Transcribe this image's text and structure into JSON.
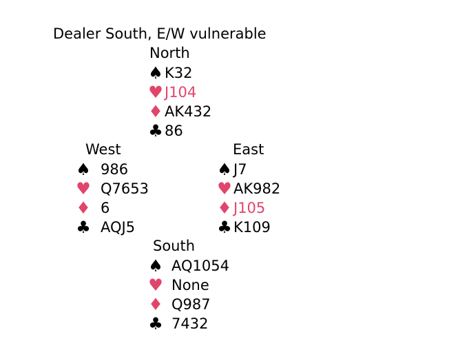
{
  "title": "Dealer South, E/W vulnerable",
  "suit_symbols": {
    "spades": "♠",
    "hearts": "♥",
    "diamonds": "♦",
    "clubs": "♣"
  },
  "colors": {
    "red_suit": "#e0456b",
    "black_suit": "#000000",
    "highlight_text": "#e0456b"
  },
  "hands": {
    "north": {
      "seat": "North",
      "spades": "K32",
      "hearts": "J104",
      "diamonds": "AK432",
      "clubs": "86"
    },
    "west": {
      "seat": "West",
      "spades": "986",
      "hearts": "Q7653",
      "diamonds": "6",
      "clubs": "AQJ5"
    },
    "east": {
      "seat": "East",
      "spades": "J7",
      "hearts": "AK982",
      "diamonds": "J105",
      "clubs": "K109"
    },
    "south": {
      "seat": "South",
      "spades": "AQ1054",
      "hearts": "None",
      "diamonds": "Q987",
      "clubs": "7432"
    }
  }
}
